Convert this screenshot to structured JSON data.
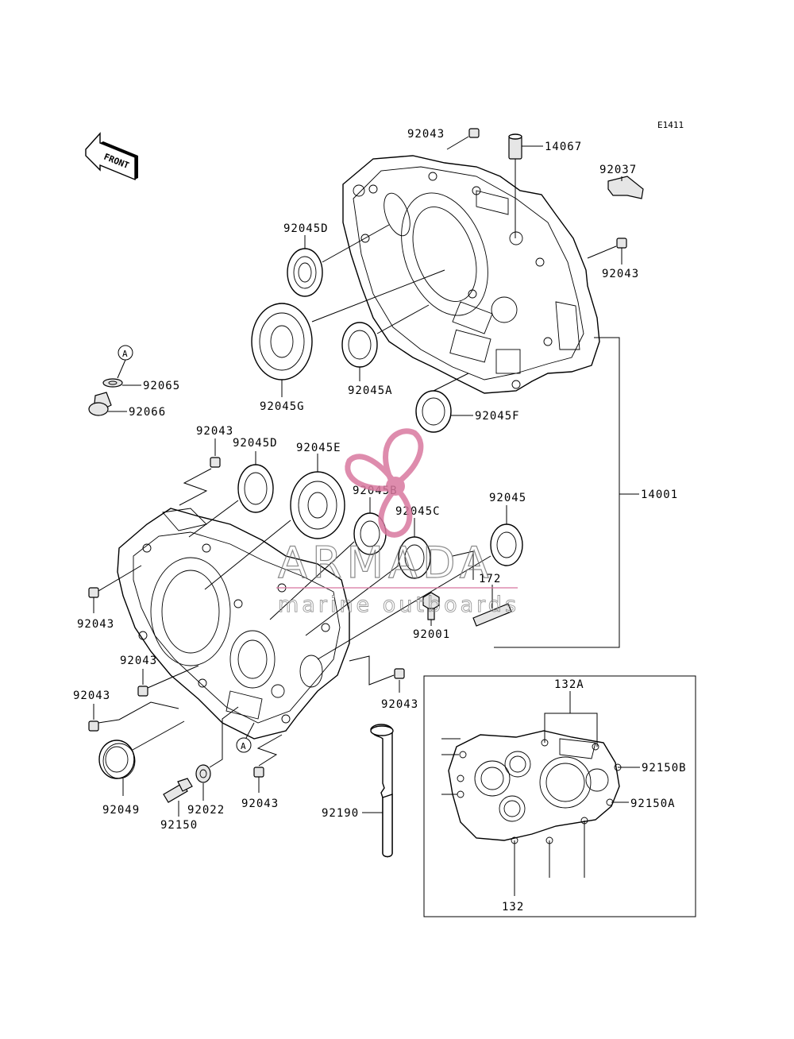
{
  "diagram_code": "E1411",
  "front_arrow_label": "FRONT",
  "callouts": {
    "p92043_top": "92043",
    "p14067": "14067",
    "p92037": "92037",
    "p92043_right": "92043",
    "p92045D_upper": "92045D",
    "p92045G": "92045G",
    "p92045A": "92045A",
    "p92045F": "92045F",
    "ref_A_top": "A",
    "p92065": "92065",
    "p92066": "92066",
    "p92043_mid": "92043",
    "p92045D_lower": "92045D",
    "p92045E": "92045E",
    "p92045B": "92045B",
    "p92045C": "92045C",
    "p92045": "92045",
    "p14001": "14001",
    "p172": "172",
    "p92001": "92001",
    "p92043_left": "92043",
    "p92043_left2": "92043",
    "p92043_left3": "92043",
    "p92043_center": "92043",
    "p92049": "92049",
    "p92150": "92150",
    "p92022": "92022",
    "ref_A_bottom": "A",
    "p92043_bottom": "92043",
    "p92190": "92190",
    "p132A": "132A",
    "p92150B": "92150B",
    "p92150A": "92150A",
    "p132": "132"
  },
  "watermark": {
    "brand": "ARMADA",
    "tagline": "marine outboards",
    "logo_color": "#d9789f"
  }
}
